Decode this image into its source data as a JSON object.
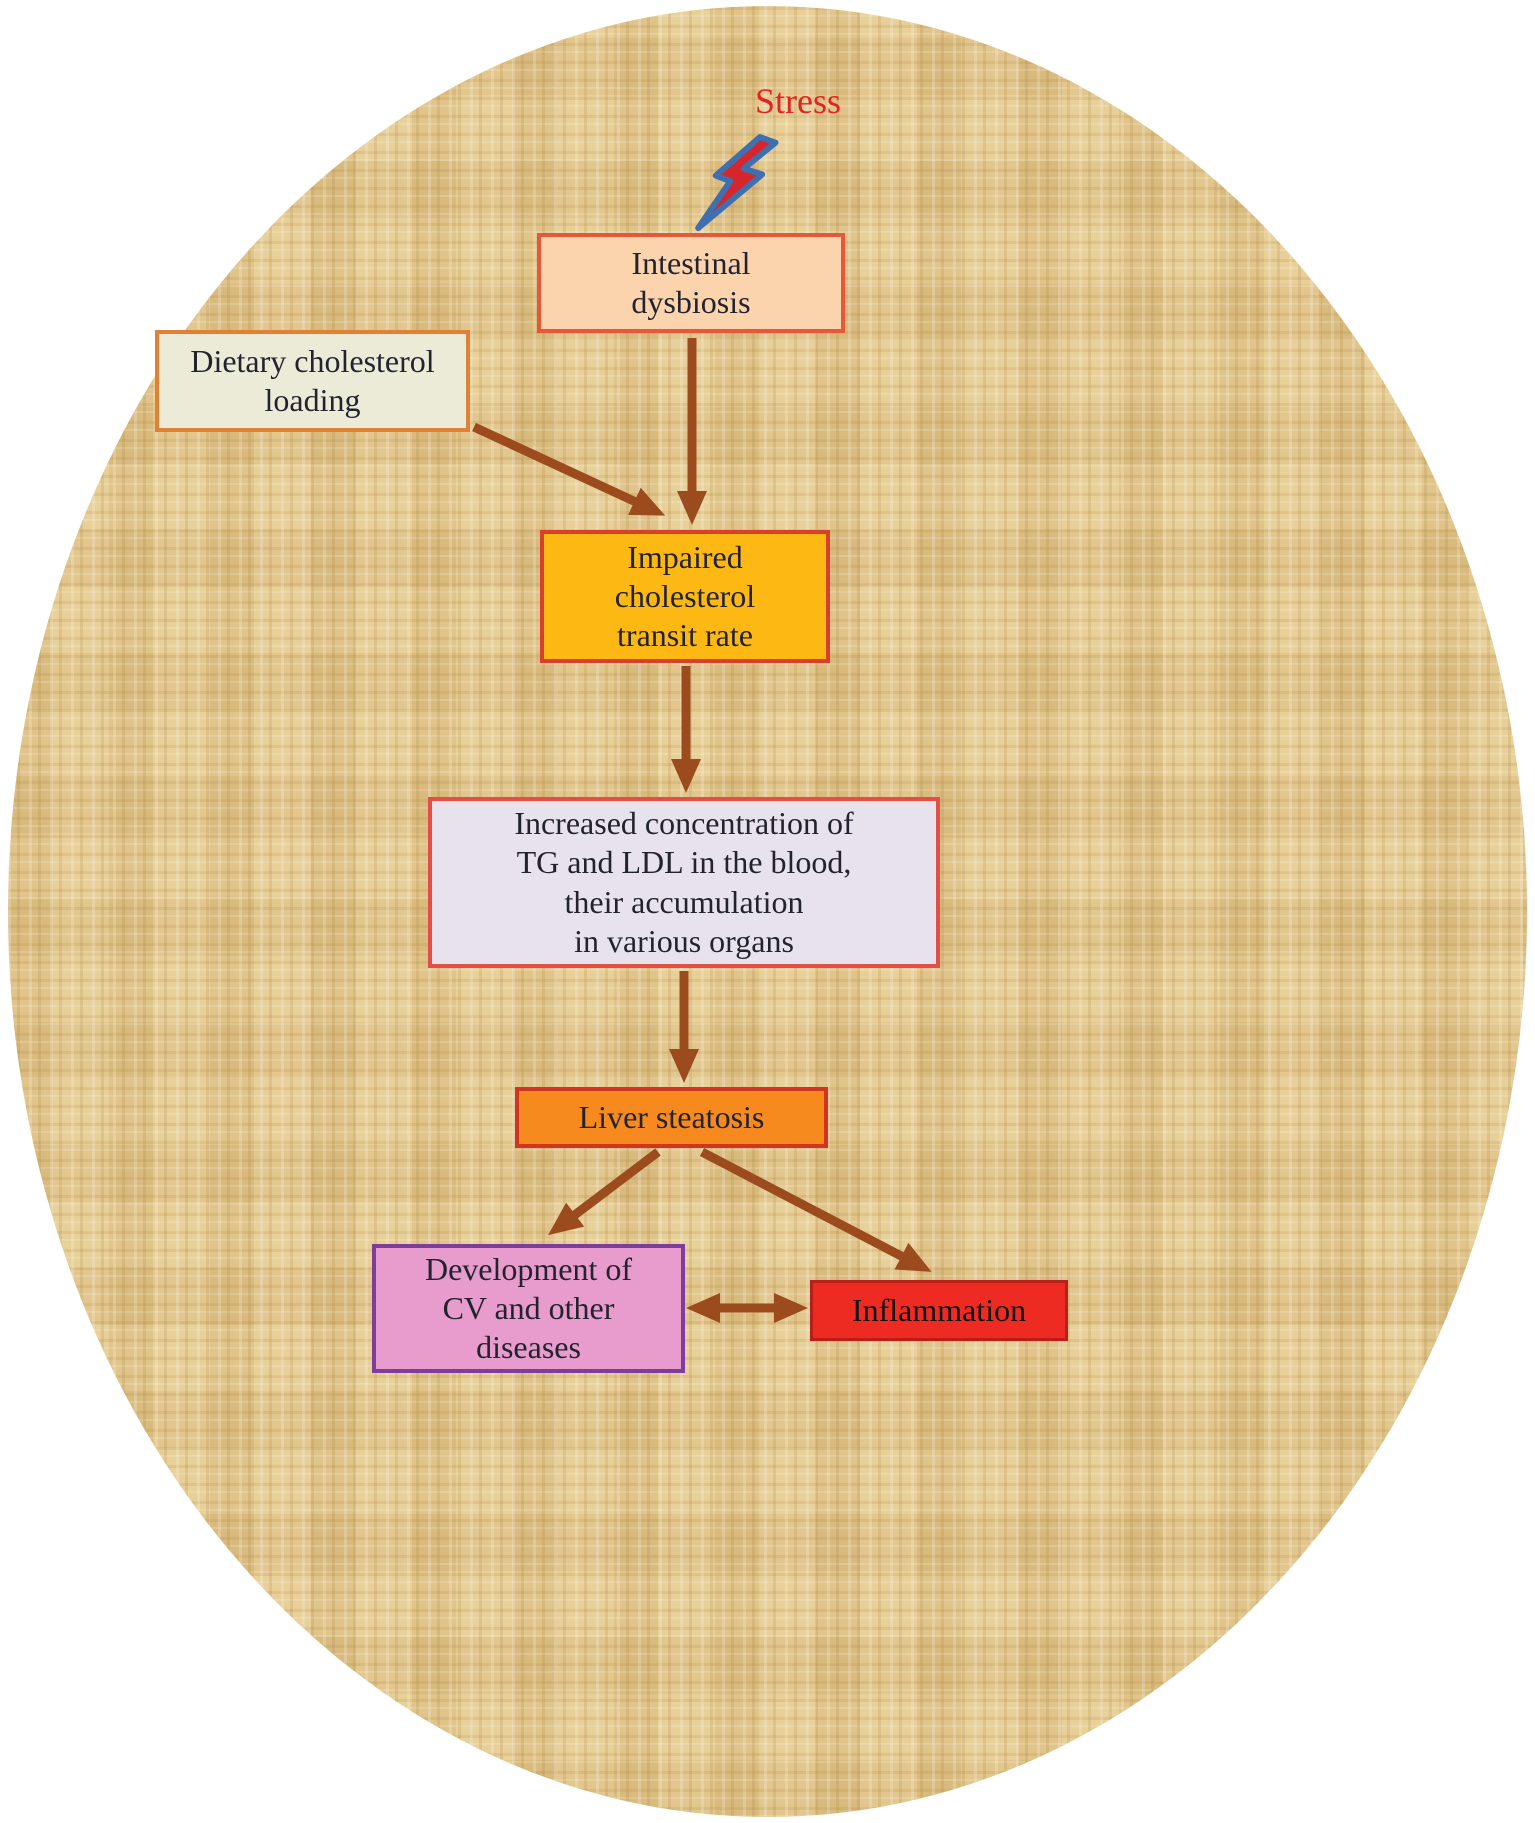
{
  "stress": {
    "label": "Stress"
  },
  "nodes": {
    "intestinal": "Intestinal\ndysbiosis",
    "dietary": "Dietary cholesterol\nloading",
    "impaired": "Impaired\ncholesterol\ntransit rate",
    "increased": "Increased concentration of\nTG and LDL in the blood,\ntheir accumulation\nin various organs",
    "liver": "Liver steatosis",
    "cv": "Development of\nCV and other\ndiseases",
    "inflammation": "Inflammation"
  },
  "edges": [
    {
      "from": "stress",
      "to": "intestinal",
      "type": "lightning"
    },
    {
      "from": "intestinal",
      "to": "impaired",
      "type": "arrow"
    },
    {
      "from": "dietary",
      "to": "impaired",
      "type": "arrow"
    },
    {
      "from": "impaired",
      "to": "increased",
      "type": "arrow"
    },
    {
      "from": "increased",
      "to": "liver",
      "type": "arrow"
    },
    {
      "from": "liver",
      "to": "cv",
      "type": "arrow"
    },
    {
      "from": "liver",
      "to": "inflammation",
      "type": "arrow"
    },
    {
      "from": "cv",
      "to": "inflammation",
      "type": "double-arrow"
    }
  ],
  "colors": {
    "background_oval": "#e3c88f",
    "arrow": "#9c4b1e",
    "stress_text": "#e42320",
    "intestinal_fill": "#fbd4ae",
    "intestinal_border": "#e25a3a",
    "dietary_fill": "#ebebd8",
    "dietary_border": "#e08136",
    "impaired_fill": "#fdb813",
    "impaired_border": "#d8402c",
    "increased_fill": "#e7e2ec",
    "increased_border": "#e24f46",
    "liver_fill": "#f68a1e",
    "liver_border": "#d23424",
    "cv_fill": "#e79ccd",
    "cv_border": "#7d3e9b",
    "inflammation_fill": "#ee2b23",
    "lightning_fill": "#d6252b",
    "lightning_stroke": "#3f6fae"
  }
}
